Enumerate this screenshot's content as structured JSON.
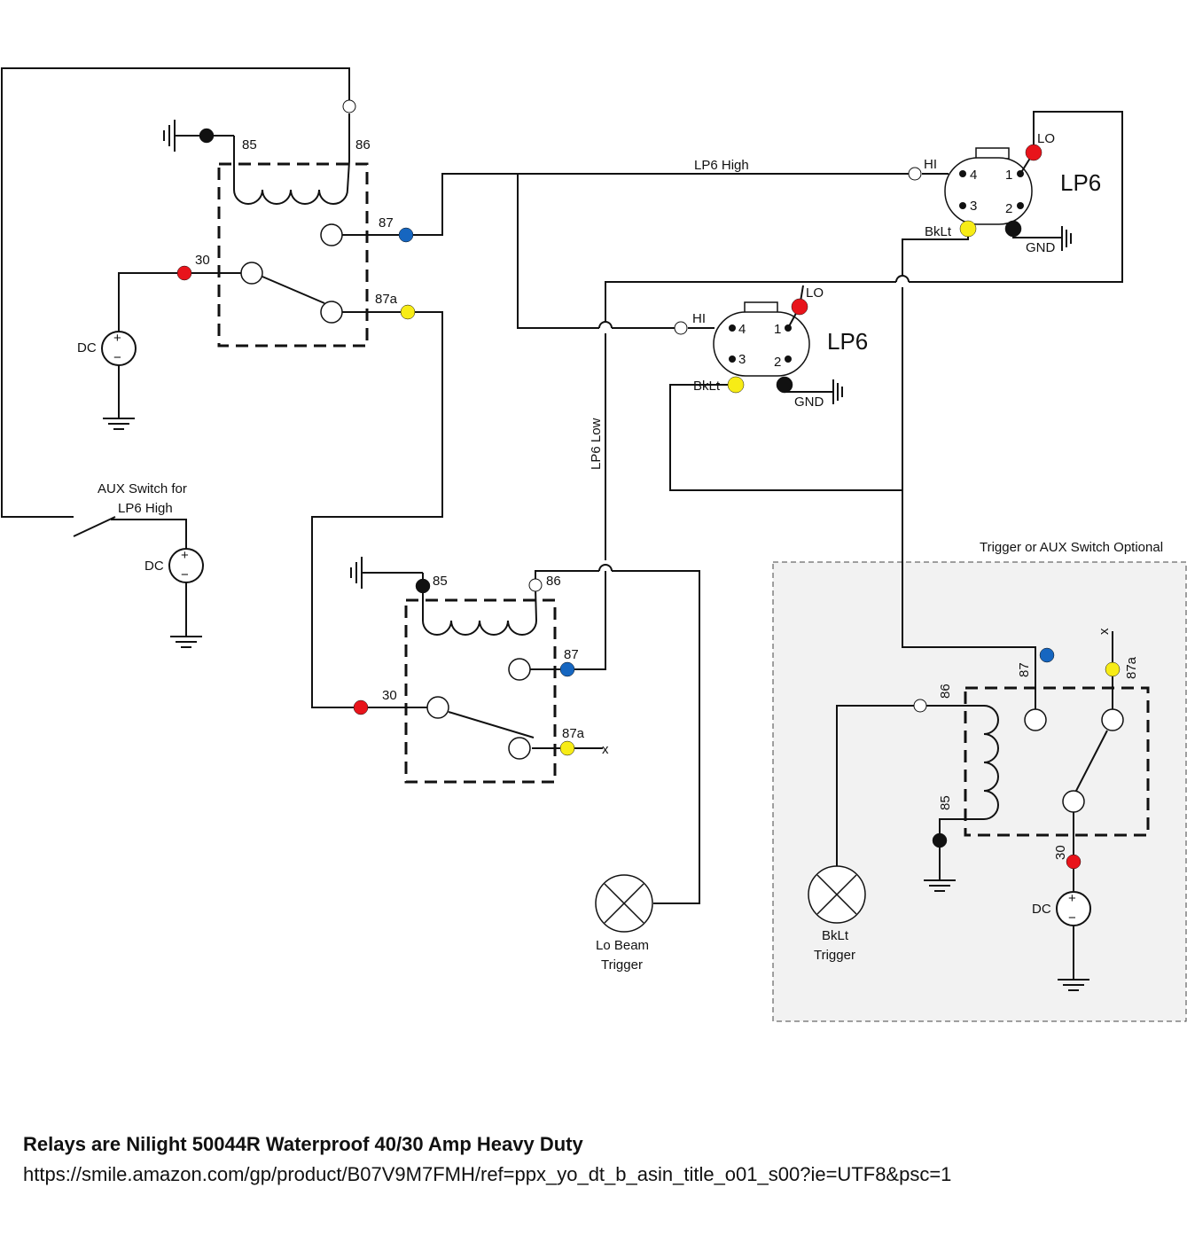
{
  "colors": {
    "red": "#e8141b",
    "blue": "#1666c0",
    "yellow": "#f7ec16",
    "black": "#111111",
    "optional_box_fill": "#f2f2f2"
  },
  "labels": {
    "n85": "85",
    "n86": "86",
    "n87": "87",
    "n87a": "87a",
    "n30": "30",
    "dc": "DC",
    "plus": "+",
    "minus": "−",
    "x": "x",
    "hi": "HI",
    "lo": "LO",
    "bklt": "BkLt",
    "gnd": "GND",
    "p1": "1",
    "p2": "2",
    "p3": "3",
    "p4": "4",
    "lp6": "LP6",
    "lp6_high": "LP6 High",
    "lp6_low": "LP6 Low",
    "aux_switch_line1": "AUX Switch for",
    "aux_switch_line2": "LP6 High",
    "optional_box": "Trigger or AUX Switch Optional",
    "lo_beam_line1": "Lo Beam",
    "lo_beam_line2": "Trigger",
    "bklt_trigger_line1": "BkLt",
    "bklt_trigger_line2": "Trigger"
  },
  "caption": {
    "title": "Relays are Nilight 50044R Waterproof 40/30 Amp Heavy Duty",
    "url": "https://smile.amazon.com/gp/product/B07V9M7FMH/ref=ppx_yo_dt_b_asin_title_o01_s00?ie=UTF8&psc=1"
  }
}
